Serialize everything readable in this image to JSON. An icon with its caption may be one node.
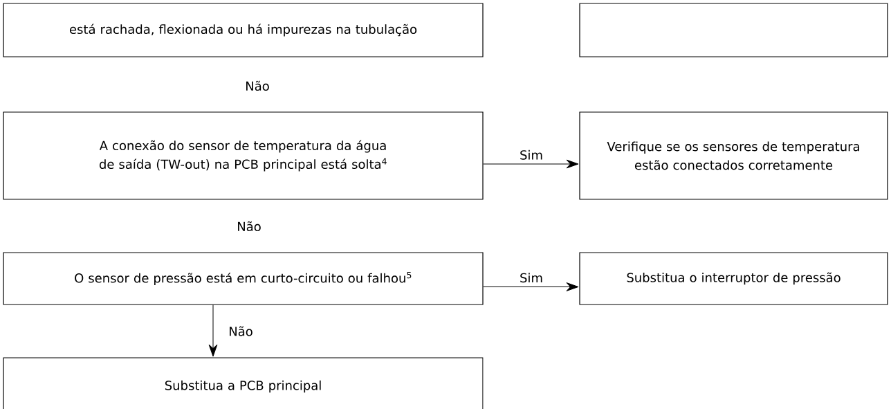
{
  "diagram": {
    "nodes": [
      {
        "text": [
          "está rachada, flexionada ou há impurezas na tubulação"
        ]
      },
      {
        "text": [],
        "shape": "box"
      },
      {
        "text": [
          "A conexão do sensor de temperatura da água de saída (TW-out) na PCB principal está solta$^{4}$"
        ]
      },
      {
        "text": [
          "Verifique se os sensores de temperatura estão conectados corretamente"
        ]
      },
      {
        "text": [
          "O sensor de pressão está em curto-circuito ou falhou$^{5}$"
        ]
      },
      {
        "text": [
          "Substitua o interruptor de pressão"
        ]
      },
      {
        "text": [
          "Substitua a PCB principal"
        ]
      }
    ],
    "edges": [
      {
        "from": 2,
        "to": 3,
        "arrow": "to",
        "label": "Sim"
      },
      {
        "from": 4,
        "to": 5,
        "arrow": "to",
        "label": "Sim"
      },
      {
        "from": 4,
        "to": 6,
        "arrow": "to",
        "label": "Não"
      }
    ],
    "labels": [
      "Não",
      "Não"
    ]
  }
}
